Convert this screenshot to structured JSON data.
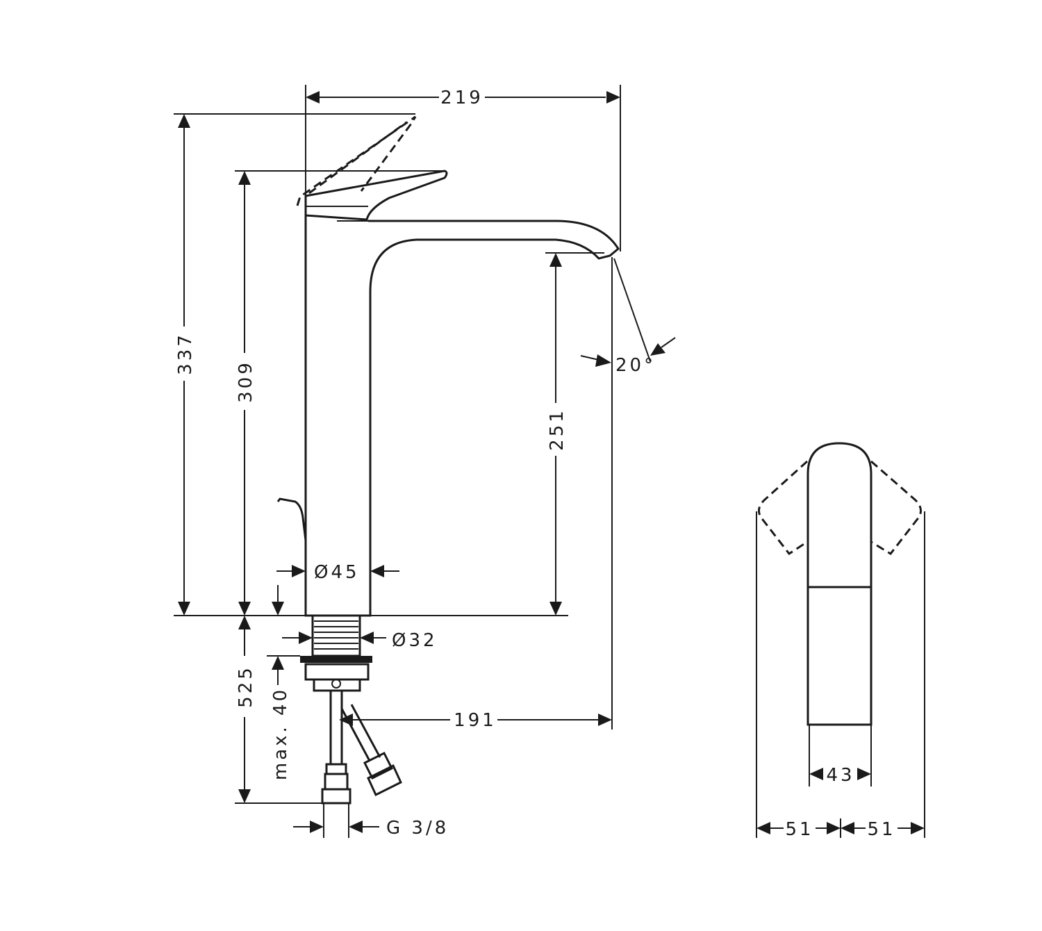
{
  "dimensions": {
    "total_width": "219",
    "total_height": "337",
    "lever_height": "309",
    "spout_height": "251",
    "spout_angle": "20°",
    "body_diameter": "Ø45",
    "thread_diameter": "Ø32",
    "hose_length": "525",
    "max_deck_thickness": "max. 40",
    "spout_reach": "191",
    "connection_thread": "G 3/8",
    "handle_width": "43",
    "lever_swing_left": "51",
    "lever_swing_right": "51"
  }
}
